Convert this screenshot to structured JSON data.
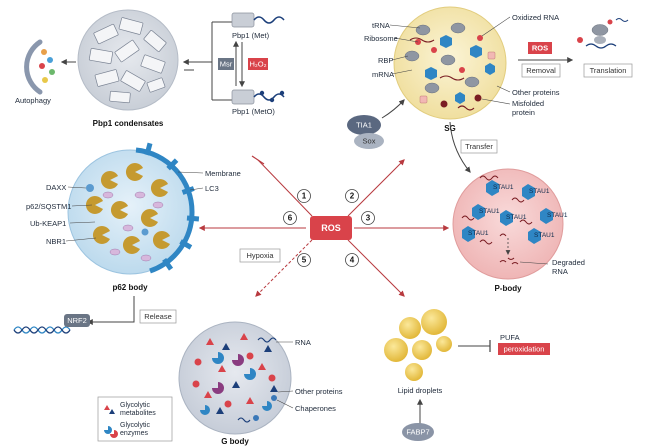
{
  "labels": {
    "autophagy": "Autophagy",
    "pbp1_condensates": "Pbp1 condensates",
    "pbp1_met": "Pbp1 (Met)",
    "pbp1_meto": "Pbp1 (MetO)",
    "msr": "Msr",
    "h2o2": "H₂O₂",
    "trna": "tRNA",
    "ribosome": "Ribosome",
    "rbp": "RBP",
    "mrna": "mRNA",
    "oxidized_rna": "Oxidized RNA",
    "other_proteins_sg": "Other proteins",
    "misfolded_protein_1": "Misfolded",
    "misfolded_protein_2": "protein",
    "sg": "SG",
    "tia1": "TIA1",
    "sox": "Sox",
    "ros_small": "ROS",
    "removal": "Removal",
    "translation": "Translation",
    "transfer": "Transfer",
    "daxx": "DAXX",
    "p62_sqstm1": "p62/SQSTM1",
    "ub_keap1": "Ub-KEAP1",
    "nbr1": "NBR1",
    "membrane": "Membrane",
    "lc3": "LC3",
    "p62_body": "p62 body",
    "nrf2": "NRF2",
    "release": "Release",
    "ros_center": "ROS",
    "hypoxia": "Hypoxia",
    "stau1": "STAU1",
    "degraded_rna_1": "Degraded",
    "degraded_rna_2": "RNA",
    "p_body": "P-body",
    "rna": "RNA",
    "other_proteins_g": "Other proteins",
    "chaperones": "Chaperones",
    "glycolytic_metabolites_1": "Glycolytic",
    "glycolytic_metabolites_2": "metabolites",
    "glycolytic_enzymes_1": "Glycolytic",
    "glycolytic_enzymes_2": "enzymes",
    "g_body": "G body",
    "pufa": "PUFA",
    "peroxidation": "peroxidation",
    "lipid_droplets": "Lipid droplets",
    "fabp7": "FABP7"
  },
  "pathway_numbers": [
    "1",
    "2",
    "3",
    "4",
    "5",
    "6"
  ],
  "colors": {
    "ros_red": "#d9434a",
    "arrow_red": "#b83a3f",
    "sg_fill": "#f7edc4",
    "pbody_fill": "#f4c6c6",
    "p62_fill": "#cfe4f2",
    "gbody_fill": "#d3d9e3",
    "condensate_fill": "#d6dbe2",
    "blue_protein": "#2f86c4",
    "gold": "#c59a30",
    "lipid": "#f0cc52",
    "navy_text": "#1f2a3a"
  }
}
